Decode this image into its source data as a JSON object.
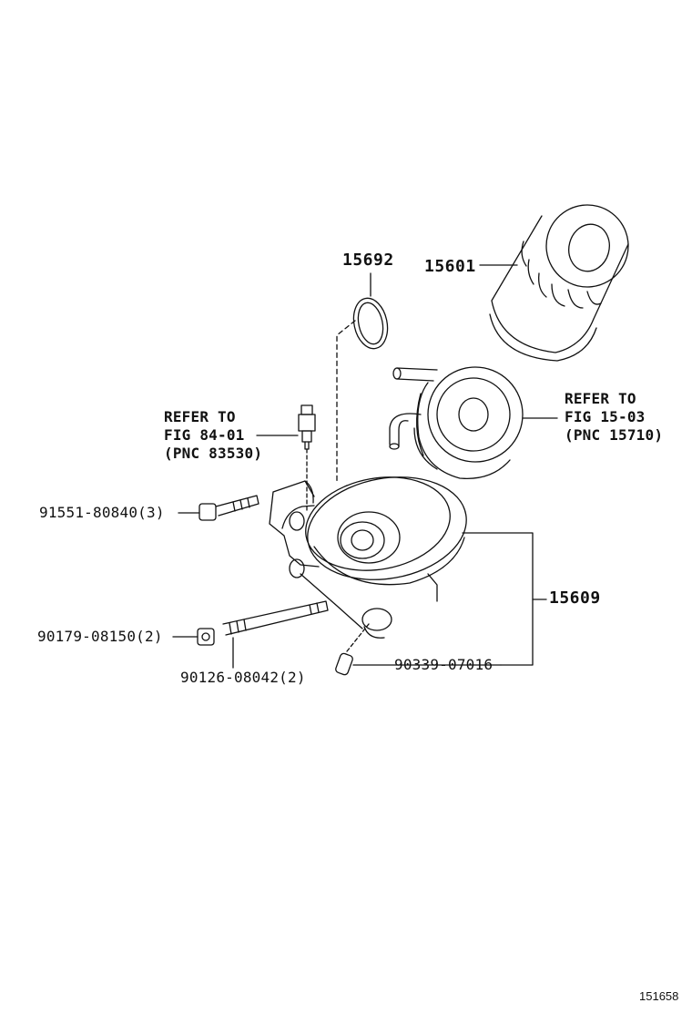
{
  "diagram": {
    "parts": {
      "oil_filter": "15601",
      "o_ring": "15692",
      "filter_bracket": "15609",
      "union_bolt": "90339-07016",
      "bolt": "91551-80840(3)",
      "nut": "90179-08150(2)",
      "stud": "90126-08042(2)"
    },
    "refs": {
      "sender": [
        "REFER TO",
        "FIG 84-01",
        "(PNC 83530)"
      ],
      "cooler": [
        "REFER TO",
        "FIG 15-03",
        "(PNC 15710)"
      ]
    },
    "figure_number": "151658"
  }
}
